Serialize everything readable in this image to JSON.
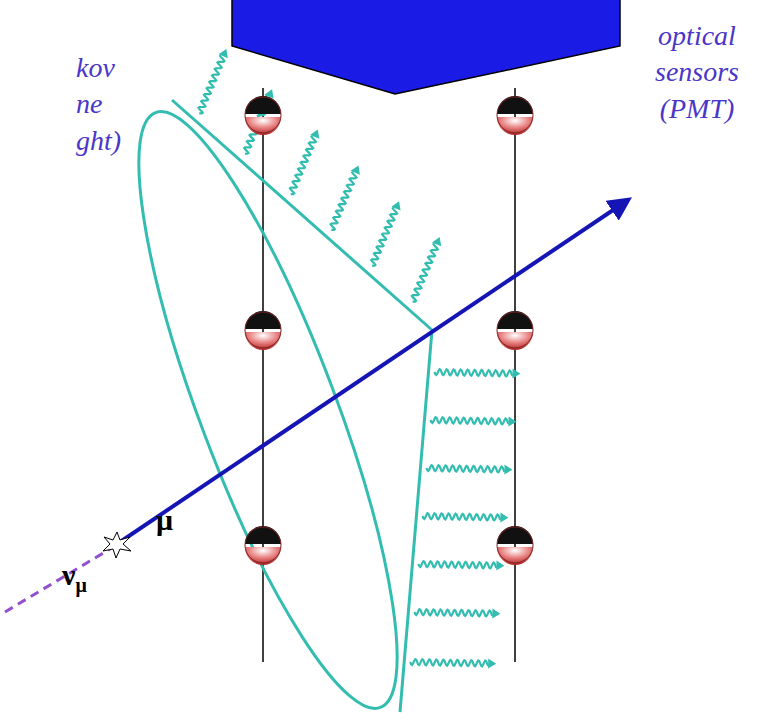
{
  "diagram": {
    "labels": [
      "kov ne ght)",
      "optical sensors (PMT)",
      "νμ",
      "μ"
    ]
  }
}
